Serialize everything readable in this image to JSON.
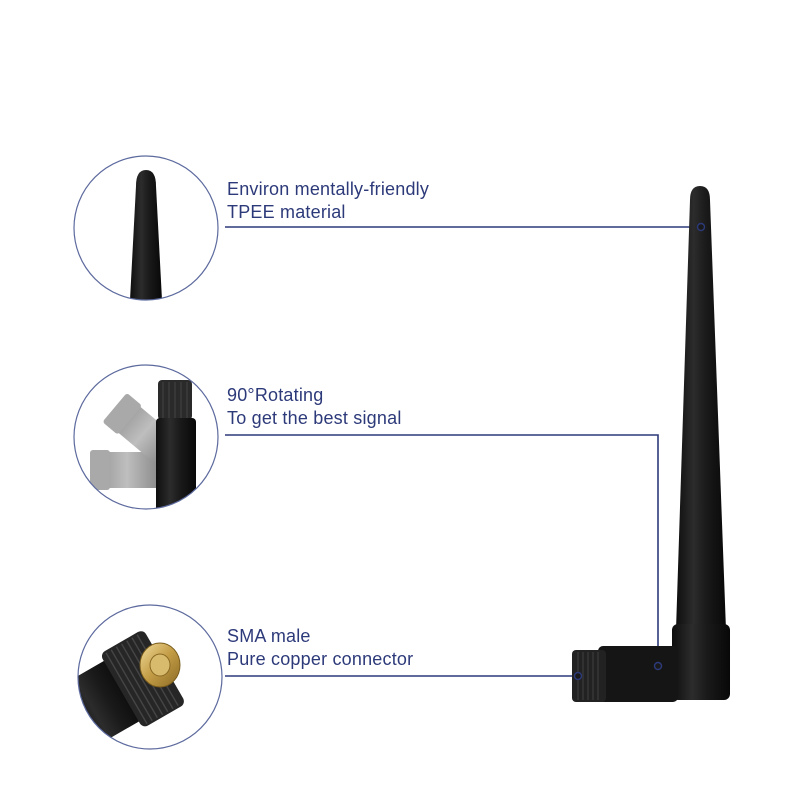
{
  "callouts": [
    {
      "line1": "Environ mentally-friendly",
      "line2": "TPEE material"
    },
    {
      "line1": "90°Rotating",
      "line2": "To get the best signal"
    },
    {
      "line1": "SMA male",
      "line2": "Pure copper connector"
    }
  ],
  "colors": {
    "text": "#2d3a7a",
    "leader_line": "#2d3a7a",
    "circle_border": "#5d6a9e",
    "antenna_body": "#1b1b1b",
    "connector_gold": "#c9a85a",
    "background": "#ffffff"
  },
  "images": [
    {
      "icon": "antenna-tip-closeup"
    },
    {
      "icon": "antenna-rotation-closeup"
    },
    {
      "icon": "sma-connector-closeup"
    }
  ]
}
